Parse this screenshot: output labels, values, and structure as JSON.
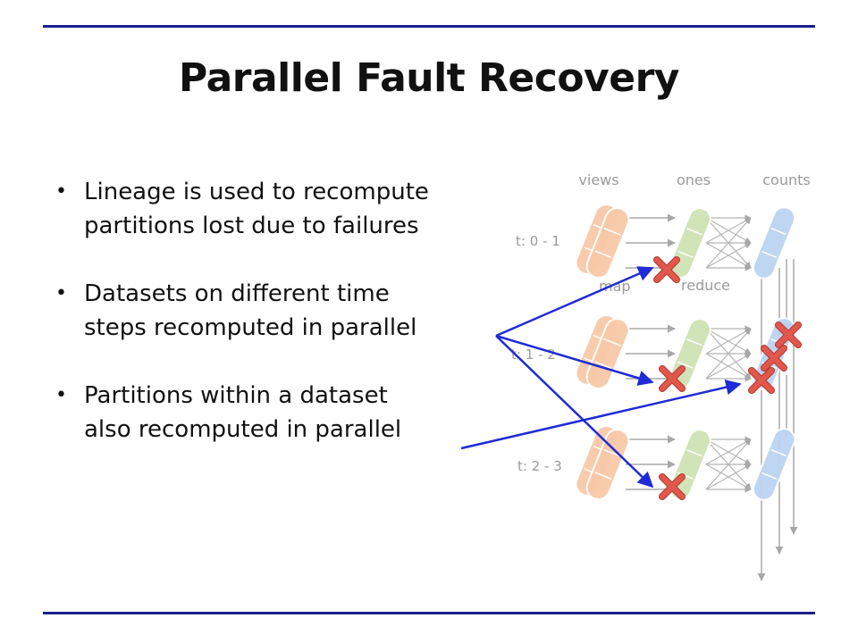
{
  "title": "Parallel Fault Recovery",
  "bullets": [
    [
      "Lineage is used to recompute",
      "partitions lost due to failures"
    ],
    [
      "Datasets on different time",
      "steps recomputed in parallel"
    ],
    [
      "Partitions within a dataset",
      "also recomputed in parallel"
    ]
  ],
  "diagram": {
    "column_labels": [
      "views",
      "ones",
      "counts"
    ],
    "step_labels": [
      "t: 0 - 1",
      "t: 1 - 2",
      "t: 2 - 3"
    ],
    "op_labels": [
      "map",
      "reduce"
    ],
    "colors": {
      "views": "#f7c9a8",
      "ones": "#cfe3b4",
      "counts": "#bcd4f2",
      "arrow": "#1f2bd6",
      "x_mark": "#e2574c",
      "accent": "#1b1f8c"
    }
  }
}
